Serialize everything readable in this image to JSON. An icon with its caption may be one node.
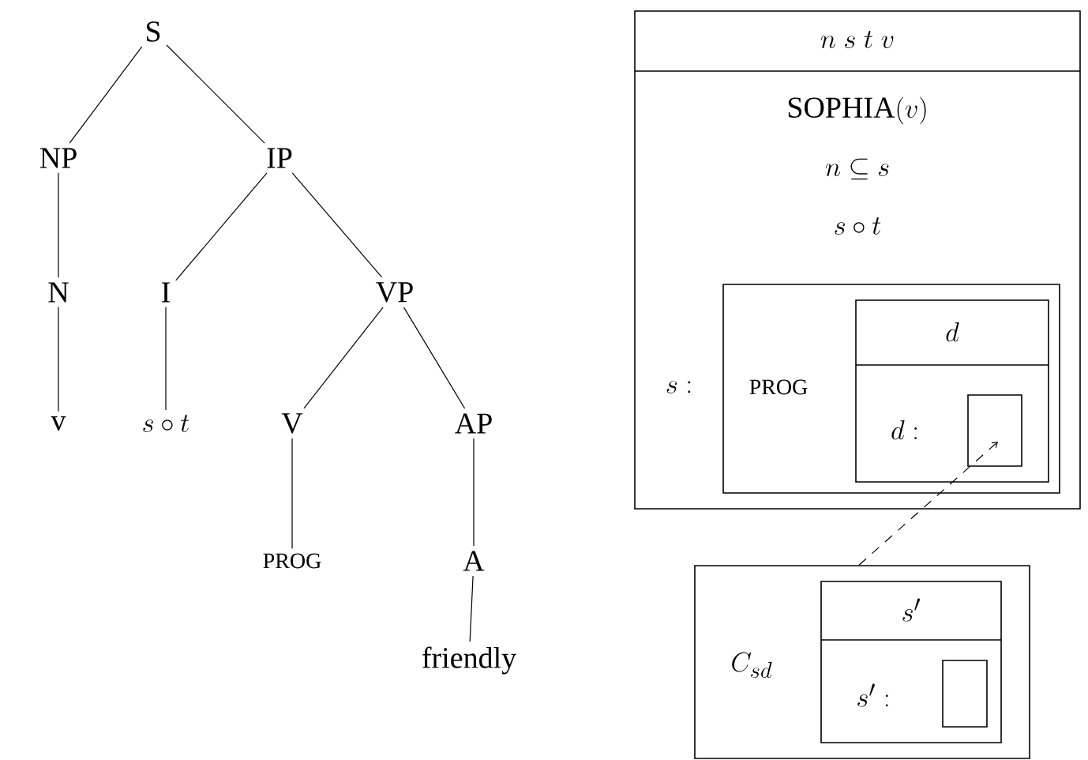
{
  "diagram": {
    "nodes": [
      {
        "text": [
          "S"
        ]
      },
      {
        "text": [
          "NP"
        ]
      },
      {
        "text": [
          "IP"
        ]
      },
      {
        "text": [
          "N"
        ]
      },
      {
        "text": [
          "I"
        ]
      },
      {
        "text": [
          "VP"
        ]
      },
      {
        "text": [
          "v"
        ]
      },
      {
        "text": [
          "s \\circ t"
        ]
      },
      {
        "text": [
          "V"
        ]
      },
      {
        "text": [
          "AP"
        ]
      },
      {
        "text": [
          "PROG"
        ]
      },
      {
        "text": [
          "A"
        ]
      },
      {
        "text": [
          "friendly"
        ]
      },
      {
        "text": [
          "n\\ s\\ t\\ v",
          "\\mathrm{SOPHIA}(v)",
          "n \\subseteq s",
          "s \\circ t"
        ]
      },
      {
        "text": [
          "PROG"
        ],
        "beside": [
          "s:"
        ],
        "in": 13
      },
      {
        "text": [
          "d",
          "d:"
        ],
        "in": 14
      },
      {
        "text": [],
        "shape": "box",
        "in": 15
      },
      {
        "text": [
          "C_{sd}"
        ]
      },
      {
        "text": [
          "s'",
          "s':"
        ],
        "in": 17
      },
      {
        "text": [],
        "shape": "box",
        "in": 18
      }
    ],
    "edges": [
      {
        "from": 0,
        "to": 1,
        "arrow": "none"
      },
      {
        "from": 0,
        "to": 2,
        "arrow": "none"
      },
      {
        "from": 1,
        "to": 3,
        "arrow": "none"
      },
      {
        "from": 2,
        "to": 4,
        "arrow": "none"
      },
      {
        "from": 2,
        "to": 5,
        "arrow": "none"
      },
      {
        "from": 3,
        "to": 6,
        "arrow": "none"
      },
      {
        "from": 4,
        "to": 7,
        "arrow": "none"
      },
      {
        "from": 5,
        "to": 8,
        "arrow": "none"
      },
      {
        "from": 5,
        "to": 9,
        "arrow": "none"
      },
      {
        "from": 8,
        "to": 10,
        "arrow": "none"
      },
      {
        "from": 9,
        "to": 11,
        "arrow": "none"
      },
      {
        "from": 11,
        "to": 12,
        "arrow": "none"
      },
      {
        "from": 17,
        "to": 16,
        "arrow": "to",
        "style": "dashed"
      }
    ]
  }
}
